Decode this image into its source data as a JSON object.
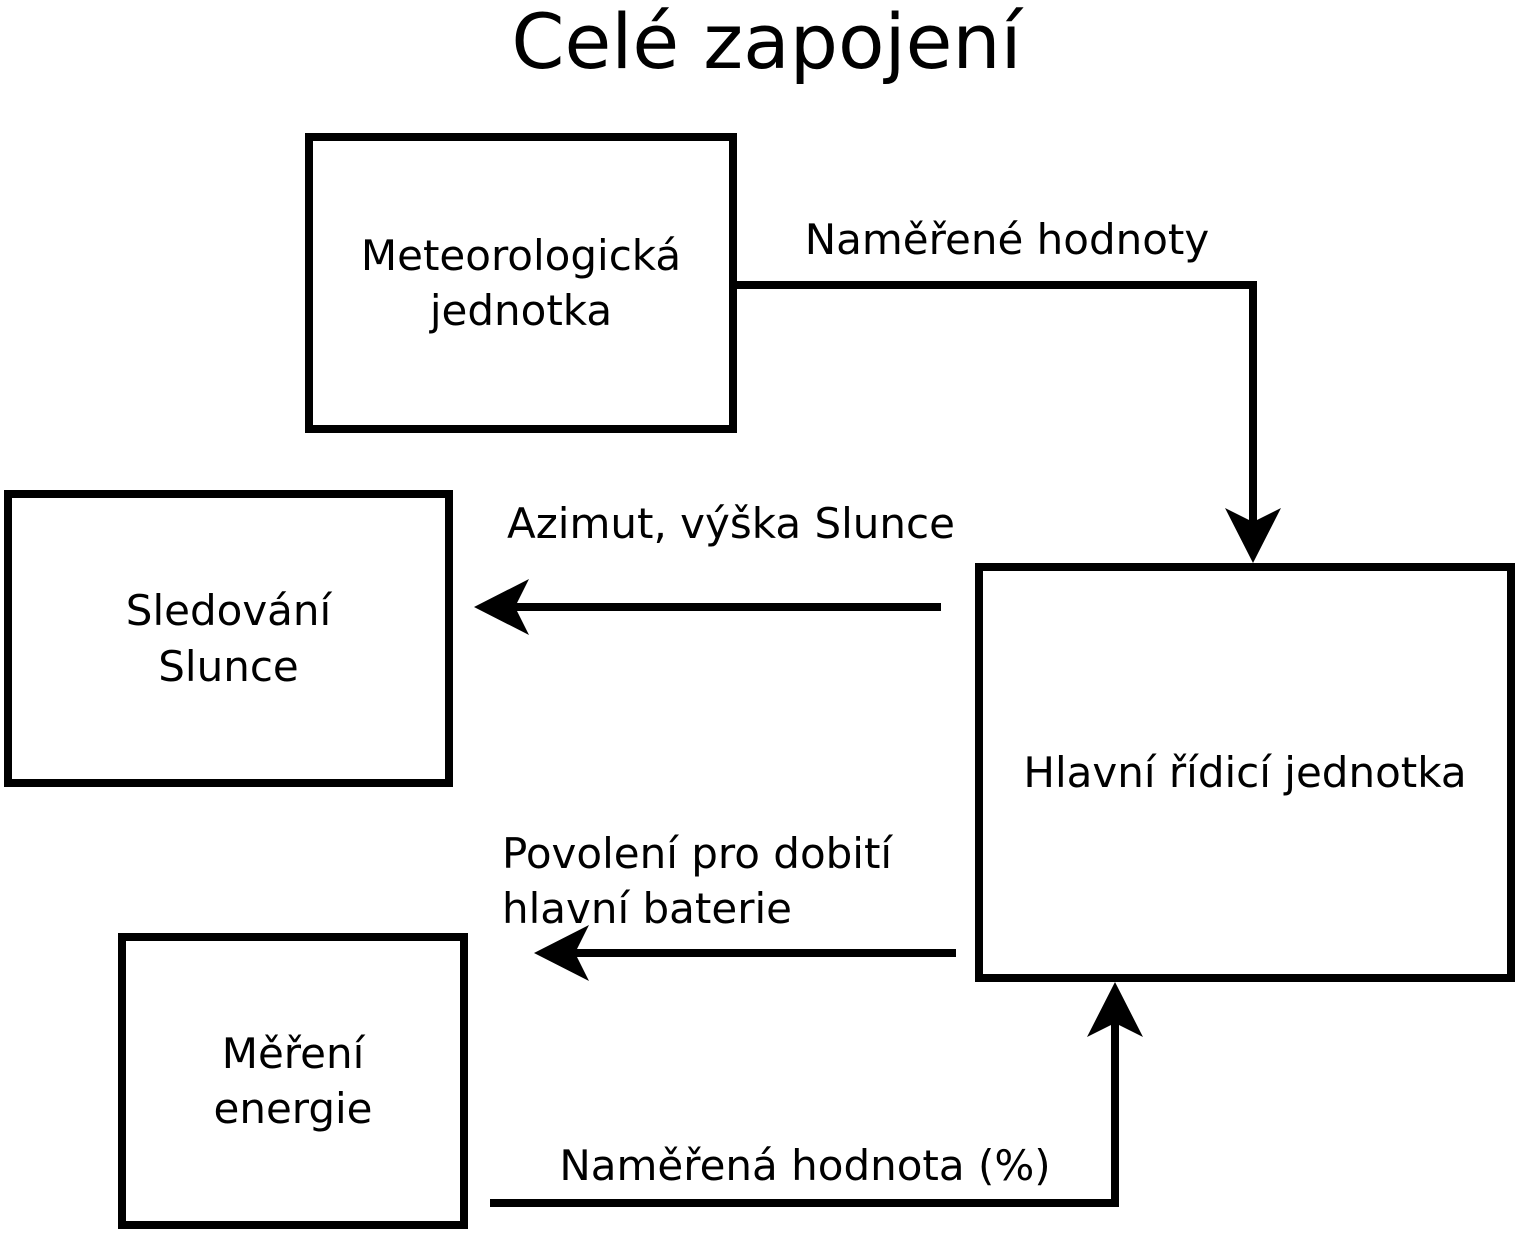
{
  "title": "Celé zapojení",
  "colors": {
    "background": "#ffffff",
    "stroke": "#000000",
    "text": "#000000"
  },
  "boxes": {
    "meteo_unit": {
      "lines": [
        "Meteorologická",
        "jednotka"
      ]
    },
    "sun_tracking": {
      "lines": [
        "Sledování",
        "Slunce"
      ]
    },
    "energy_measurement": {
      "lines": [
        "Měření",
        "energie"
      ]
    },
    "main_control_unit": {
      "lines": [
        "Hlavní řídicí jednotka"
      ]
    }
  },
  "edge_labels": {
    "measured_values": "Naměřené hodnoty",
    "azimuth_sun_height": "Azimut, výška Slunce",
    "charge_permission": {
      "lines": [
        "Povolení pro dobití",
        "hlavní baterie"
      ]
    },
    "measured_value_percent": "Naměřená hodnota (%)"
  }
}
